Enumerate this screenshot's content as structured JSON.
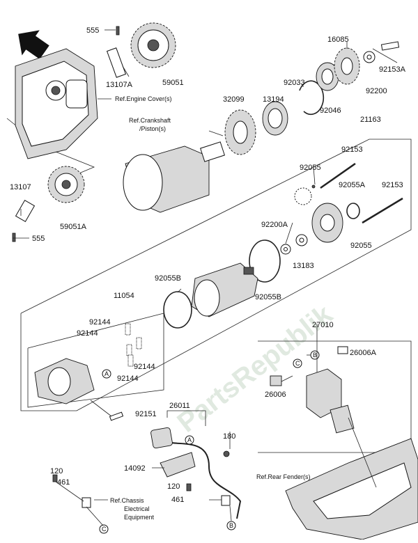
{
  "watermark": "PartsRepublik",
  "refs": {
    "engine_cover": "Ref.Engine Cover(s)",
    "crankshaft_1": "Ref.Crankshaft",
    "crankshaft_2": "/Piston(s)",
    "rear_fender": "Ref.Rear Fender(s)",
    "chassis_1": "Ref.Chassis",
    "chassis_2": "Electrical",
    "chassis_3": "Equipment"
  },
  "callouts": {
    "a": "A",
    "b": "B",
    "c": "C"
  },
  "parts": {
    "p555_top": "555",
    "p59051": "59051",
    "p13107A": "13107A",
    "p16085": "16085",
    "p92153A": "92153A",
    "p92033": "92033",
    "p13194": "13194",
    "p32099": "32099",
    "p92200": "92200",
    "p92046": "92046",
    "p21163": "21163",
    "p92153_a": "92153",
    "p92055_a": "92055",
    "p92055A": "92055A",
    "p92153_b": "92153",
    "p13107": "13107",
    "p59051A": "59051A",
    "p555_bot": "555",
    "p92200A": "92200A",
    "p92055_b": "92055",
    "p13183": "13183",
    "p92055B_a": "92055B",
    "p92055B_b": "92055B",
    "p11054": "11054",
    "p92144_a": "92144",
    "p92144_b": "92144",
    "p92144_c": "92144",
    "p92144_d": "92144",
    "p27010": "27010",
    "p26006A": "26006A",
    "p26006": "26006",
    "p92151": "92151",
    "p26011": "26011",
    "p180": "180",
    "p14092": "14092",
    "p120_a": "120",
    "p461_a": "461",
    "p120_b": "120",
    "p461_b": "461"
  }
}
